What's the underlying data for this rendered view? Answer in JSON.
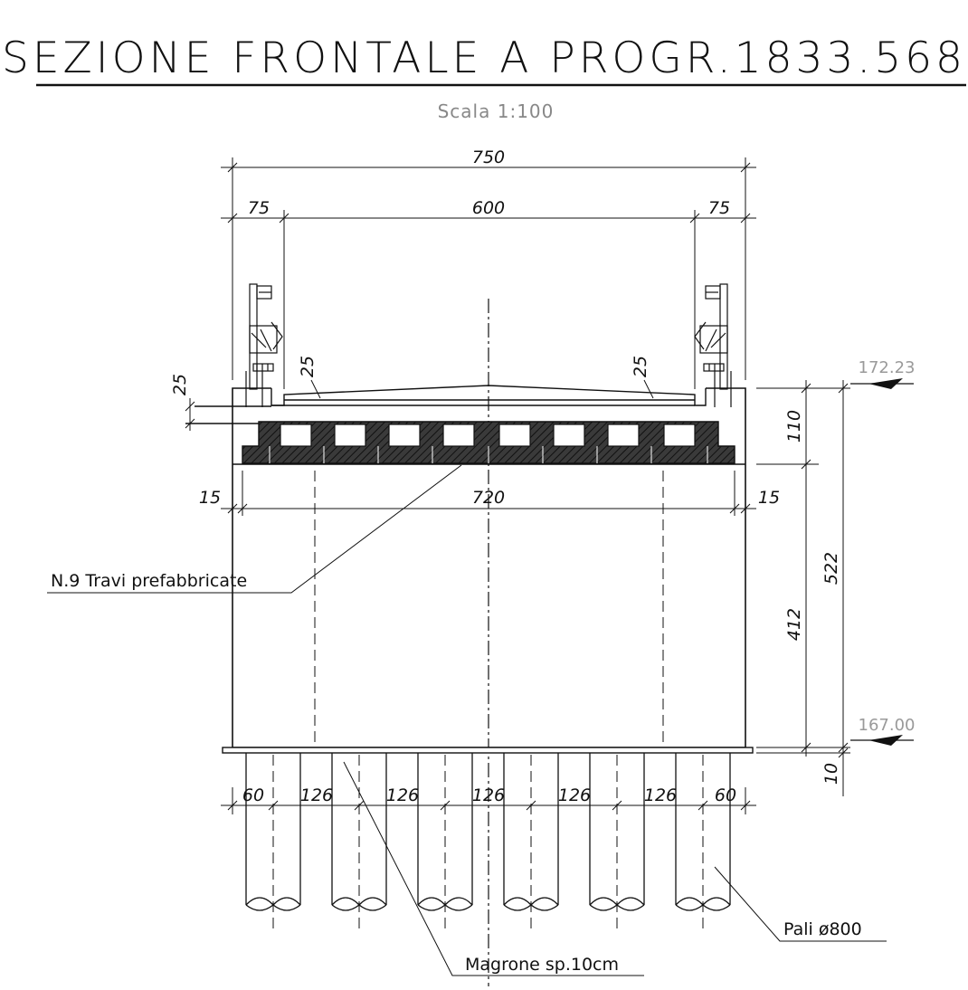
{
  "title": "SEZIONE FRONTALE A PROGR.1833.568",
  "scale": "Scala 1:100",
  "dimensions": {
    "total_width": "750",
    "side_left": "75",
    "carriageway": "600",
    "side_right": "75",
    "offset_left": "15",
    "deck_width": "720",
    "offset_right": "15",
    "curb_left_height": "25",
    "curb_left_width": "25",
    "curb_right_width": "25",
    "deck_depth": "110",
    "total_height": "522",
    "abutment_height": "412",
    "lean_thickness": "10",
    "pile_edge_left": "60",
    "pile_spacings": [
      "126",
      "126",
      "126",
      "126",
      "126"
    ],
    "pile_edge_right": "60"
  },
  "elevations": {
    "top": "172.23",
    "bottom": "167.00"
  },
  "labels": {
    "beams": "N.9 Travi prefabbricate",
    "lean_concrete": "Magrone sp.10cm",
    "piles": "Pali ø800"
  }
}
